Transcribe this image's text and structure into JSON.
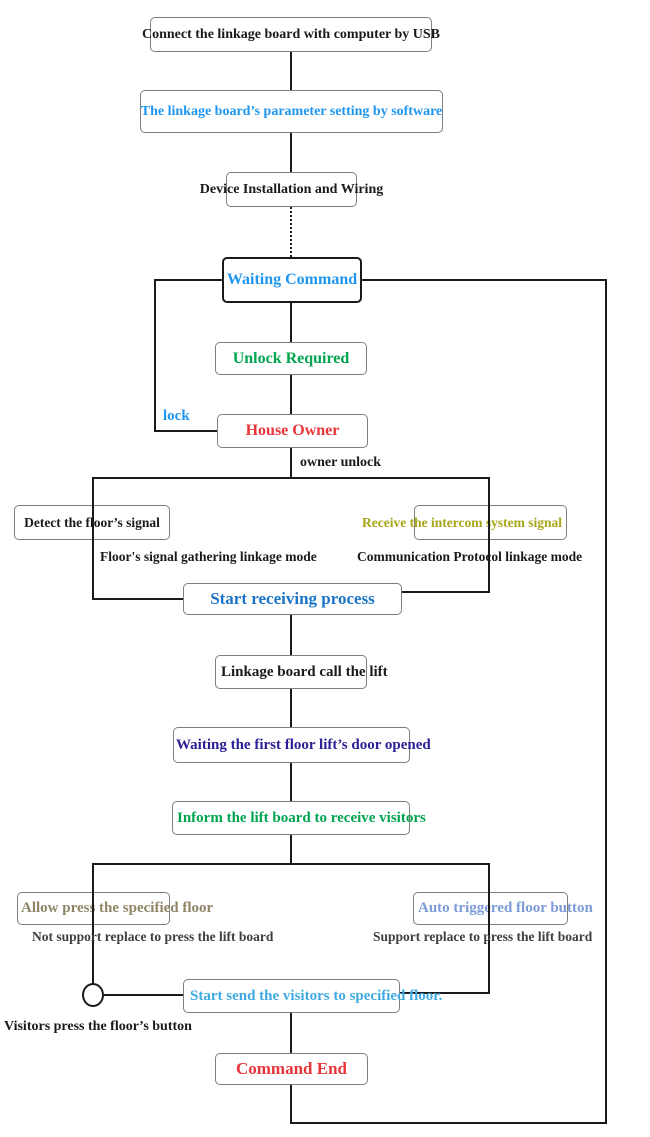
{
  "diagram": {
    "type": "flowchart",
    "colors": {
      "box_border": "#7F7F7F",
      "connector": "#1a1a1a",
      "azure": "#1E96F0",
      "green": "#00A44F",
      "red": "#E8353A",
      "olive": "#A7A518",
      "medium_blue": "#1B74C8",
      "navy": "#2B2094",
      "tan": "#8F8566",
      "cornflower": "#7D9BD8",
      "sky_blue": "#3FA9E0",
      "dark_gray": "#3F3F3F",
      "black": "#1a1a1a"
    },
    "nodes": {
      "connect_usb": {
        "label": "Connect the linkage board with computer by USB",
        "color": "#1a1a1a"
      },
      "param_setting": {
        "label": "The linkage board’s parameter setting by software",
        "color": "#1E96F0"
      },
      "device_install": {
        "label": "Device Installation and Wiring",
        "color": "#1a1a1a"
      },
      "waiting_command": {
        "label": "Waiting Command",
        "color": "#1E96F0"
      },
      "unlock_required": {
        "label": "Unlock Required",
        "color": "#00A44F"
      },
      "house_owner": {
        "label": "House Owner",
        "color": "#E8353A"
      },
      "detect_floor": {
        "label": "Detect the floor’s signal",
        "color": "#1a1a1a"
      },
      "receive_intercom": {
        "label": "Receive the intercom system signal",
        "color": "#A7A518"
      },
      "start_receiving": {
        "label": "Start receiving process",
        "color": "#1B74C8"
      },
      "linkage_call": {
        "label": "Linkage board call the lift",
        "color": "#1a1a1a"
      },
      "waiting_door": {
        "label": "Waiting the first floor lift’s door opened",
        "color": "#2B2094"
      },
      "inform_lift": {
        "label": "Inform the lift board to receive visitors",
        "color": "#00A44F"
      },
      "allow_press": {
        "label": "Allow press the specified floor",
        "color": "#8F8566"
      },
      "auto_trigger": {
        "label": "Auto triggered floor button",
        "color": "#7D9BD8"
      },
      "start_send": {
        "label": "Start send the visitors to specified floor.",
        "color": "#3FA9E0"
      },
      "command_end": {
        "label": "Command End",
        "color": "#E8353A"
      }
    },
    "edge_labels": {
      "lock": {
        "label": "lock",
        "color": "#1E96F0"
      },
      "owner_unlock": {
        "label": "owner unlock",
        "color": "#1a1a1a"
      },
      "floor_mode": {
        "label": "Floor's signal gathering linkage mode",
        "color": "#1a1a1a"
      },
      "comm_mode": {
        "label": "Communication Protocol linkage mode",
        "color": "#1a1a1a"
      },
      "not_support": {
        "label": "Not support replace to press the lift board",
        "color": "#3F3F3F"
      },
      "support": {
        "label": "Support replace to press the lift board",
        "color": "#3F3F3F"
      },
      "visitors_press": {
        "label": "Visitors press the floor’s button",
        "color": "#1a1a1a"
      }
    }
  }
}
